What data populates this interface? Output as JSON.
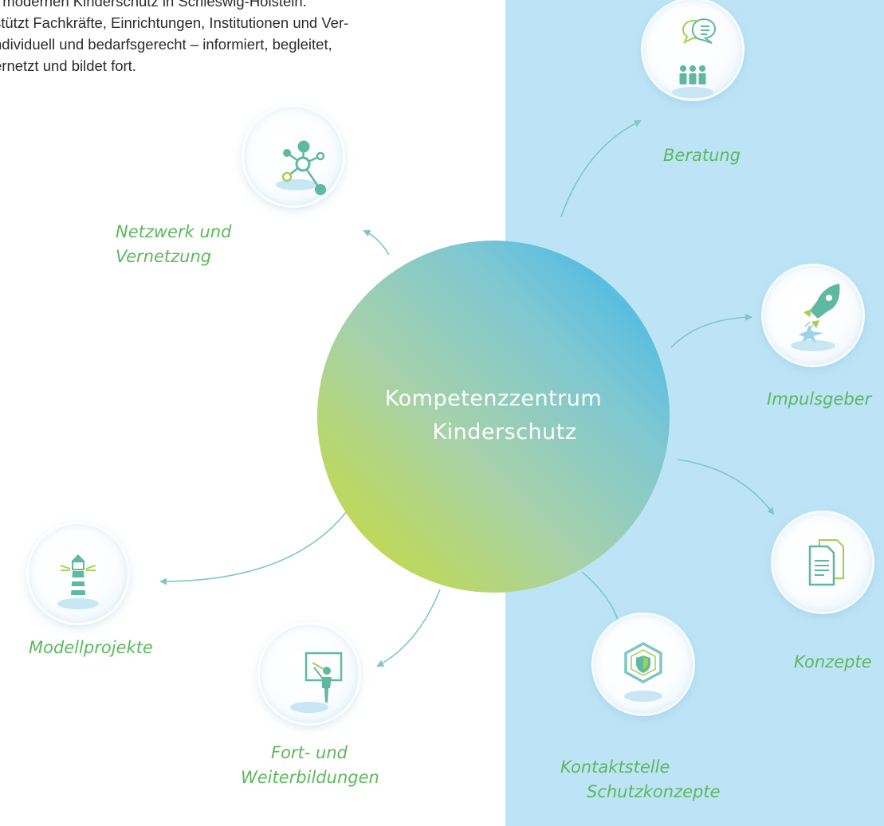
{
  "intro": {
    "lines": [
      "r modernen Kinderschutz in Schleswig-Holstein.",
      "stützt Fachkräfte, Einrichtungen, Institutionen und Ver-",
      "ndividuell und bedarfsgerecht – informiert, begleitet,",
      "ernetzt und bildet fort."
    ]
  },
  "center": {
    "line1": "Kompetenzzentrum",
    "line2": "Kinderschutz"
  },
  "colors": {
    "panel": "#bde4f6",
    "label": "#5cb85c",
    "arrow": "#7fc6c4",
    "center_from": "#c2da48",
    "center_to": "#35b4ec"
  },
  "nodes": [
    {
      "id": "netzwerk",
      "icon": "network-icon",
      "label_lines": [
        "Netzwerk und",
        "Vernetzung"
      ]
    },
    {
      "id": "beratung",
      "icon": "consultation-icon",
      "label_lines": [
        "Beratung"
      ]
    },
    {
      "id": "impulsgeber",
      "icon": "rocket-icon",
      "label_lines": [
        "Impulsgeber"
      ]
    },
    {
      "id": "konzepte",
      "icon": "documents-icon",
      "label_lines": [
        "Konzepte"
      ]
    },
    {
      "id": "kontaktstelle",
      "icon": "shield-icon",
      "label_lines": [
        "Kontaktstelle",
        "Schutzkonzepte"
      ]
    },
    {
      "id": "fortbildung",
      "icon": "teacher-icon",
      "label_lines": [
        "Fort- und",
        "Weiterbildungen"
      ]
    },
    {
      "id": "modellprojekte",
      "icon": "lighthouse-icon",
      "label_lines": [
        "Modellprojekte"
      ]
    }
  ]
}
